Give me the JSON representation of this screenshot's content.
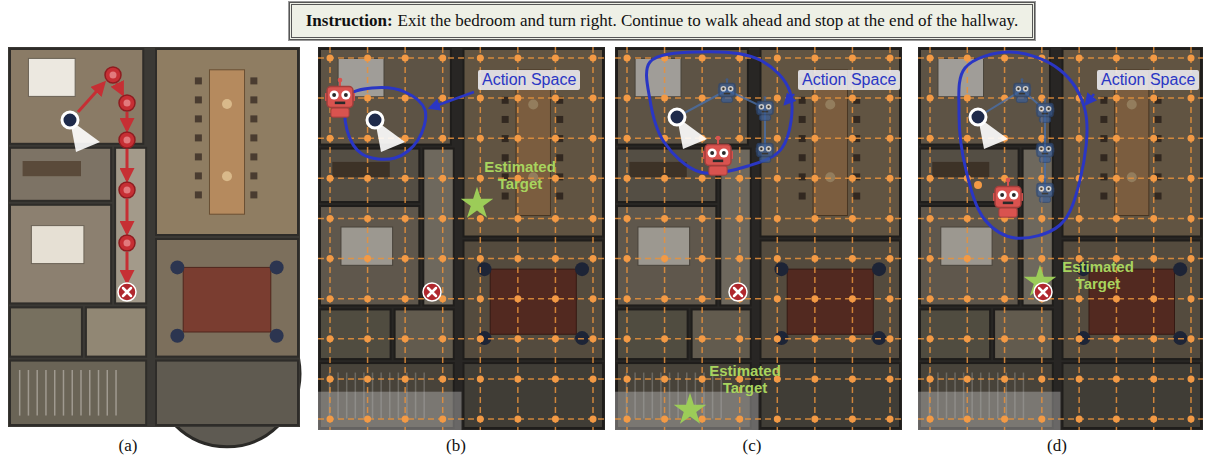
{
  "diagram": {
    "nodes": [
      {
        "text": [
          "Instruction:",
          "Exit the bedroom and turn right. Continue to walk ahead and stop at the end of the hallway."
        ]
      }
    ],
    "labels": [
      "Action Space",
      "Estimated Target",
      "Action Space",
      "Estimated Target",
      "Action Space",
      "Estimated Target",
      "(a)",
      "(b)",
      "(c)",
      "(d)"
    ]
  }
}
